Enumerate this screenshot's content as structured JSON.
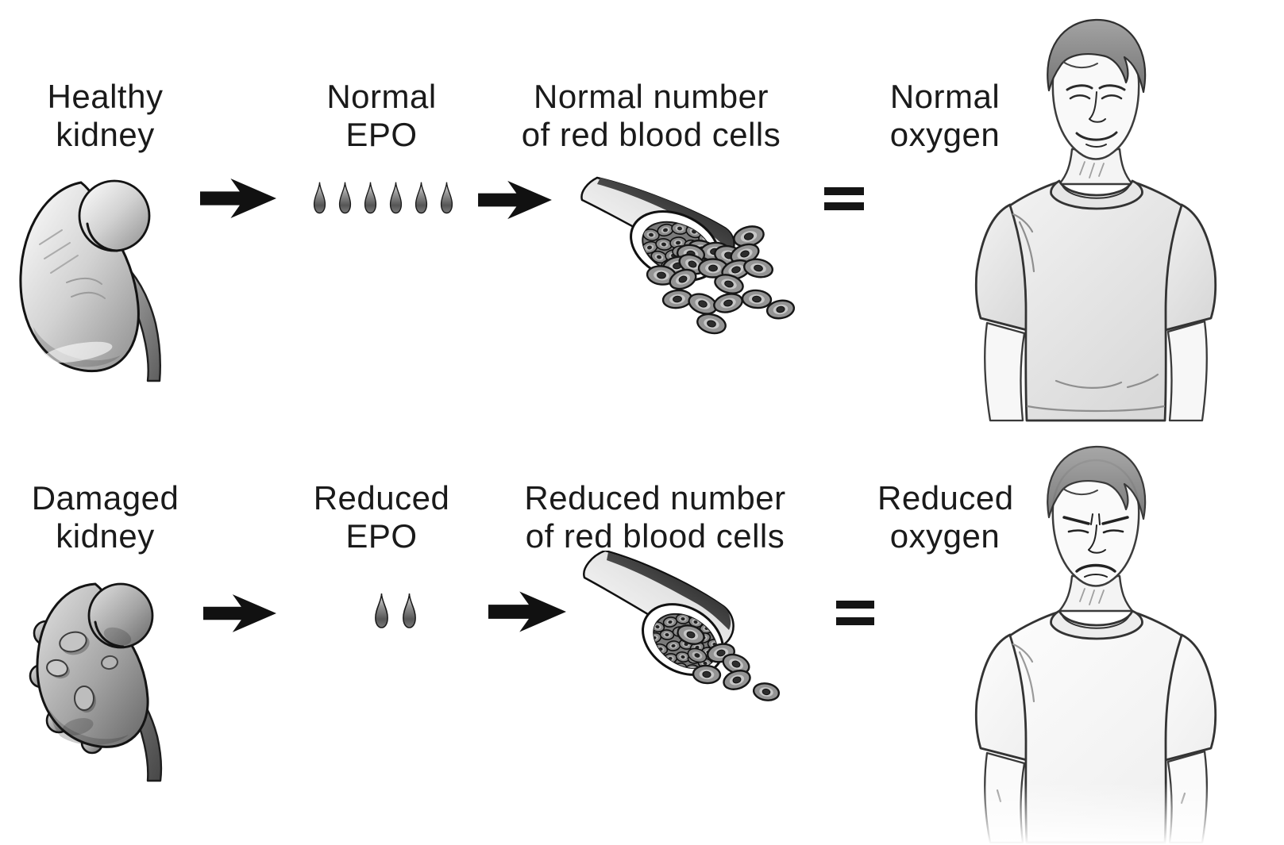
{
  "diagram": {
    "colors": {
      "background": "#ffffff",
      "ink": "#111111",
      "text": "#1a1a1a"
    },
    "icons": {
      "arrow": "right-arrow",
      "equals_glyph": "=",
      "droplet": "epo-drop",
      "red_blood_cell": "red-blood-cell-donut"
    },
    "rows": [
      {
        "id": "healthy",
        "source_label": [
          "Healthy",
          "kidney"
        ],
        "epo_label": [
          "Normal",
          "EPO"
        ],
        "rbc_label": [
          "Normal number",
          "of red blood cells"
        ],
        "result_label": [
          "Normal",
          "oxygen"
        ],
        "epo_drop_count": 6,
        "rbc_spilled_count": 20,
        "person_expression": "smiling"
      },
      {
        "id": "damaged",
        "source_label": [
          "Damaged",
          "kidney"
        ],
        "epo_label": [
          "Reduced",
          "EPO"
        ],
        "rbc_label": [
          "Reduced number",
          "of red blood cells"
        ],
        "result_label": [
          "Reduced",
          "oxygen"
        ],
        "epo_drop_count": 2,
        "rbc_spilled_count": 6,
        "person_expression": "frowning"
      }
    ]
  }
}
